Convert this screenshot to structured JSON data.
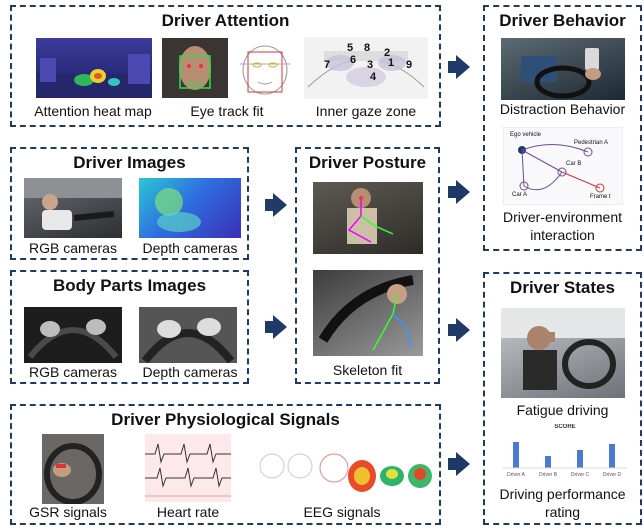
{
  "driver_attention": {
    "title": "Driver Attention",
    "captions": [
      "Attention heat map",
      "Eye track fit",
      "Inner gaze zone"
    ],
    "gaze_zones": [
      "1",
      "2",
      "3",
      "4",
      "5",
      "6",
      "7",
      "8",
      "9"
    ]
  },
  "driver_images": {
    "title": "Driver Images",
    "captions": [
      "RGB cameras",
      "Depth cameras"
    ]
  },
  "body_parts_images": {
    "title": "Body Parts Images",
    "captions": [
      "RGB cameras",
      "Depth cameras"
    ]
  },
  "driver_posture": {
    "title": "Driver Posture",
    "caption": "Skeleton fit"
  },
  "driver_physiological_signals": {
    "title": "Driver Physiological Signals",
    "captions": [
      "GSR signals",
      "Heart rate",
      "EEG signals"
    ]
  },
  "driver_behavior": {
    "title": "Driver Behavior",
    "caption_distraction": "Distraction Behavior",
    "caption_interaction_line1": "Driver-environment",
    "caption_interaction_line2": "interaction",
    "graph_nodes": [
      "Ego vehicle",
      "Pedestrian A",
      "Car B",
      "Car A",
      "Frame t"
    ]
  },
  "driver_states": {
    "title": "Driver States",
    "caption_fatigue": "Fatigue driving",
    "caption_rating_line1": "Driving performance",
    "caption_rating_line2": "rating",
    "chart_title": "SCORE",
    "chart_categories": [
      "Driver A",
      "Driver B",
      "Driver C",
      "Driver D"
    ]
  },
  "colors": {
    "accent": "#1f3a66",
    "bar": "#4a7bd0"
  }
}
